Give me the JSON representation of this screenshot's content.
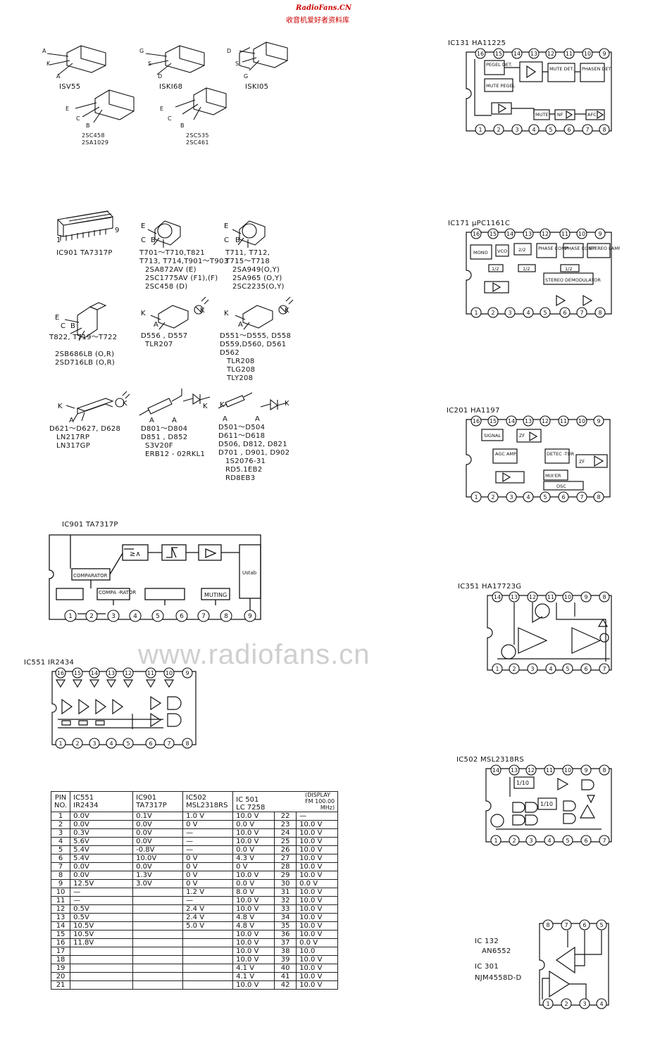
{
  "header": {
    "site": "RadioFans.CN",
    "subtitle": "收音机爱好者资料库"
  },
  "watermark": "www.radiofans.cn",
  "transistors_top": [
    {
      "name": "ISV55",
      "pins": [
        "A",
        "K",
        "A"
      ]
    },
    {
      "name": "ISKI68",
      "pins": [
        "G",
        "S",
        "D"
      ]
    },
    {
      "name": "ISKI05",
      "pins": [
        "D",
        "S",
        "G"
      ]
    },
    {
      "name_lines": [
        "2SC458",
        "2SA1029"
      ],
      "pins": [
        "E",
        "C",
        "B"
      ]
    },
    {
      "name_lines": [
        "2SC535",
        "2SC461"
      ],
      "pins": [
        "E",
        "C",
        "B"
      ]
    }
  ],
  "parts": {
    "ic901_pkg": {
      "label": "IC901   TA7317P",
      "pin1": "1",
      "pin9": "9"
    },
    "t701": {
      "lines": [
        "T701～T710,T821",
        "T713, T714,T901～T903",
        "2SA872AV (E)",
        "2SC1775AV (F1),(F)",
        "2SC458 (D)"
      ],
      "pins": [
        "E",
        "C",
        "B"
      ]
    },
    "t711": {
      "lines": [
        "T711, T712,",
        "T715～T718",
        "2SA949(O,Y)",
        "2SA965 (O,Y)",
        "2SC2235(O,Y)"
      ],
      "pins": [
        "E",
        "C",
        "B"
      ]
    },
    "t822": {
      "lines": [
        "T822, T719～T722",
        "",
        "2SB686LB (O,R)",
        "2SD716LB (O,R)"
      ],
      "pins": [
        "E",
        "C",
        "B"
      ]
    },
    "d556": {
      "lines": [
        "D556 , D557",
        "TLR207"
      ],
      "pins": [
        "K",
        "A",
        "K"
      ]
    },
    "d551": {
      "lines": [
        "D551～D555, D558",
        "D559,D560, D561",
        "D562",
        "TLR208",
        "TLG208",
        "TLY208"
      ],
      "pins": [
        "K",
        "A",
        "K"
      ]
    },
    "d621": {
      "lines": [
        "D621～D627, D628",
        "LN217RP",
        "LN317GP"
      ],
      "pins": [
        "K",
        "A",
        "K"
      ]
    },
    "d801": {
      "lines": [
        "D801～D804",
        "D851 , D852",
        "S3V20F",
        "ERB12 - 02RKL1"
      ],
      "pins": [
        "A",
        "K"
      ]
    },
    "d501": {
      "lines": [
        "D501～D504",
        "D611～D618",
        "D506, D812, D821",
        "D701 , D901, D902",
        "1S2076-31",
        "RD5.1EB2",
        "RD8EB3"
      ],
      "pins": [
        "K",
        "A",
        "A",
        "K"
      ]
    }
  },
  "ic901_block": {
    "title": "IC901   TA7317P",
    "blocks": [
      "≥∧",
      "COMPARATOR",
      "COMPA -RATOR",
      "MUTING",
      "Ustab"
    ],
    "pins": [
      "1",
      "2",
      "3",
      "4",
      "5",
      "6",
      "7",
      "8",
      "9"
    ]
  },
  "ic551": {
    "title": "IC551  IR2434",
    "top_pins": [
      "16",
      "15",
      "14",
      "13",
      "12",
      "11",
      "10",
      "9"
    ],
    "bottom_pins": [
      "1",
      "2",
      "3",
      "4",
      "5",
      "6",
      "7",
      "8"
    ]
  },
  "ic131": {
    "title": "IC131  HA11225",
    "top_pins": [
      "16",
      "15",
      "14",
      "13",
      "12",
      "11",
      "10",
      "9"
    ],
    "bottom_pins": [
      "1",
      "2",
      "3",
      "4",
      "5",
      "6",
      "7",
      "8"
    ],
    "blocks": [
      "PEGEL DET.",
      "MUTE PEGEL",
      "MUTE DET.",
      "PHASEN DET.",
      "MUTE",
      "NF",
      "AFC"
    ]
  },
  "ic171": {
    "title": "IC171  μPC1161C",
    "top_pins": [
      "16",
      "15",
      "14",
      "13",
      "12",
      "11",
      "10",
      "9"
    ],
    "bottom_pins": [
      "1",
      "2",
      "3",
      "4",
      "5",
      "6",
      "7",
      "8"
    ],
    "blocks": [
      "MONO",
      "VCO",
      "2/2",
      "PHASE COMP.",
      "PHASE COMP.",
      "STEREO LAMP",
      "1/2",
      "1/2",
      "1/2",
      "STEREO DEMODULATOR"
    ]
  },
  "ic201": {
    "title": "IC201  HA1197",
    "top_pins": [
      "16",
      "15",
      "14",
      "13",
      "12",
      "11",
      "10",
      "9"
    ],
    "bottom_pins": [
      "1",
      "2",
      "3",
      "4",
      "5",
      "6",
      "7",
      "8"
    ],
    "blocks": [
      "SIGNAL",
      "ZF",
      "AGC AMP.",
      "DETEC -TOR",
      "ZF",
      "MIX'ER",
      "OSC"
    ]
  },
  "ic351": {
    "title": "IC351  HA17723G",
    "top_pins": [
      "14",
      "13",
      "12",
      "11",
      "10",
      "9",
      "8"
    ],
    "bottom_pins": [
      "1",
      "2",
      "3",
      "4",
      "5",
      "6",
      "7"
    ]
  },
  "ic502": {
    "title": "IC502  MSL2318RS",
    "top_pins": [
      "14",
      "13",
      "12",
      "11",
      "10",
      "9",
      "8"
    ],
    "bottom_pins": [
      "1",
      "2",
      "3",
      "4",
      "5",
      "6",
      "7"
    ],
    "blocks": [
      "1/10",
      "1/10"
    ]
  },
  "ic132": {
    "lines": [
      "IC 132",
      "AN6552",
      "IC 301",
      "NJM4558D-D"
    ],
    "top_pins": [
      "8",
      "7",
      "6",
      "5"
    ],
    "bottom_pins": [
      "1",
      "2",
      "3",
      "4"
    ]
  },
  "pin_table": {
    "headers": {
      "pin": [
        "PIN",
        "NO."
      ],
      "c1": [
        "IC551",
        "IR2434"
      ],
      "c2": [
        "IC901",
        "TA7317P"
      ],
      "c3": [
        "IC502",
        "MSL2318RS"
      ],
      "c4": [
        "IC 501",
        "LC 7258"
      ],
      "c5": [
        "(DISPLAY",
        "FM 100.00",
        "MHz)"
      ]
    },
    "rows": [
      [
        "1",
        "0.0V",
        "0.1V",
        "1.0 V",
        "10.0 V",
        "22",
        "—"
      ],
      [
        "2",
        "0.0V",
        "0.0V",
        "0 V",
        "0.0 V",
        "23",
        "10.0 V"
      ],
      [
        "3",
        "0.3V",
        "0.0V",
        "—",
        "10.0 V",
        "24",
        "10.0 V"
      ],
      [
        "4",
        "5.6V",
        "0.0V",
        "—",
        "10.0 V",
        "25",
        "10.0 V"
      ],
      [
        "5",
        "5.4V",
        "-0.8V",
        "—",
        "0.0 V",
        "26",
        "10.0 V"
      ],
      [
        "6",
        "5.4V",
        "10.0V",
        "0 V",
        "4.3 V",
        "27",
        "10.0 V"
      ],
      [
        "7",
        "0.0V",
        "0.0V",
        "0 V",
        "0 V",
        "28",
        "10.0 V"
      ],
      [
        "8",
        "0.0V",
        "1.3V",
        "0 V",
        "10.0 V",
        "29",
        "10.0 V"
      ],
      [
        "9",
        "12.5V",
        "3.0V",
        "0 V",
        "0.0 V",
        "30",
        "0.0 V"
      ],
      [
        "10",
        "—",
        "",
        "1.2 V",
        "8.0 V",
        "31",
        "10.0 V"
      ],
      [
        "11",
        "—",
        "",
        "—",
        "10.0 V",
        "32",
        "10.0 V"
      ],
      [
        "12",
        "0.5V",
        "",
        "2.4 V",
        "10.0 V",
        "33",
        "10.0 V"
      ],
      [
        "13",
        "0.5V",
        "",
        "2.4 V",
        "4.8 V",
        "34",
        "10.0 V"
      ],
      [
        "14",
        "10.5V",
        "",
        "5.0 V",
        "4.8 V",
        "35",
        "10.0 V"
      ],
      [
        "15",
        "10.5V",
        "",
        "",
        "10.0 V",
        "36",
        "10.0 V"
      ],
      [
        "16",
        "11.8V",
        "",
        "",
        "10.0 V",
        "37",
        "0.0 V"
      ],
      [
        "17",
        "",
        "",
        "",
        "10.0 V",
        "38",
        "10.0"
      ],
      [
        "18",
        "",
        "",
        "",
        "10.0 V",
        "39",
        "10.0 V"
      ],
      [
        "19",
        "",
        "",
        "",
        "4.1 V",
        "40",
        "10.0 V"
      ],
      [
        "20",
        "",
        "",
        "",
        "4.1 V",
        "41",
        "10.0 V"
      ],
      [
        "21",
        "",
        "",
        "",
        "10.0 V",
        "42",
        "10.0 V"
      ]
    ]
  }
}
